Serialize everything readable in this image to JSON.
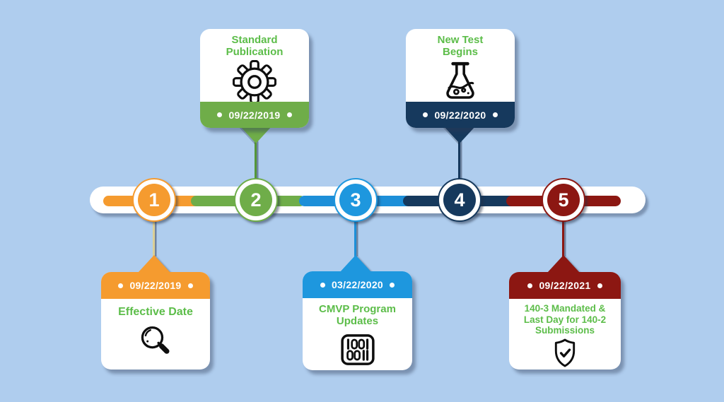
{
  "palette": {
    "background": "#AFCDEE",
    "orange": "#F59B2F",
    "green": "#6FAD49",
    "green_text": "#5CBD49",
    "blue": "#1E97DE",
    "navy": "#16395D",
    "maroon": "#8C1712"
  },
  "timeline": {
    "nodes": [
      {
        "number": "1",
        "color": "#F59B2F"
      },
      {
        "number": "2",
        "color": "#6FAD49"
      },
      {
        "number": "3",
        "color": "#1E97DE"
      },
      {
        "number": "4",
        "color": "#16395D"
      },
      {
        "number": "5",
        "color": "#8C1712"
      }
    ]
  },
  "cards": [
    {
      "date": "09/22/2019",
      "title": "Effective Date",
      "icon": "magnifier-icon",
      "position": "below-timeline",
      "color": "#F59B2F"
    },
    {
      "date": "09/22/2019",
      "title": "Standard Publication",
      "icon": "gear-icon",
      "position": "above-timeline",
      "color": "#6FAD49"
    },
    {
      "date": "03/22/2020",
      "title": "CMVP Program Updates",
      "icon": "binary-icon",
      "position": "below-timeline",
      "color": "#1E97DE"
    },
    {
      "date": "09/22/2020",
      "title": "New Test Begins",
      "icon": "flask-icon",
      "position": "above-timeline",
      "color": "#16395D"
    },
    {
      "date": "09/22/2021",
      "title": "140-3 Mandated & Last Day for 140-2 Submissions",
      "icon": "shield-check-icon",
      "position": "below-timeline",
      "color": "#8C1712"
    }
  ]
}
